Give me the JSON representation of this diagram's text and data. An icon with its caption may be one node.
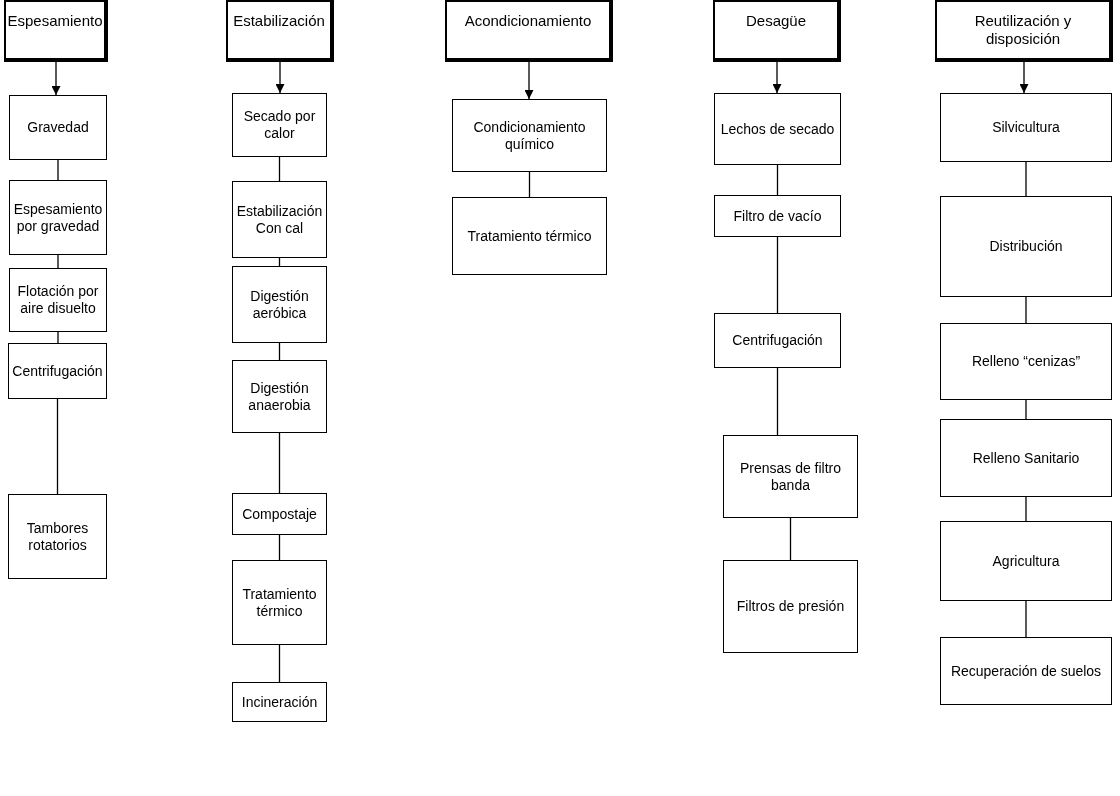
{
  "diagram": {
    "nodes": [
      {
        "text": [
          "Espesamiento"
        ]
      },
      {
        "text": [
          "Gravedad"
        ]
      },
      {
        "text": [
          "Espesamiento por gravedad"
        ]
      },
      {
        "text": [
          "Flotación por aire disuelto"
        ]
      },
      {
        "text": [
          "Centrifugación"
        ]
      },
      {
        "text": [
          "Tambores rotatorios"
        ]
      },
      {
        "text": [
          "Estabilización"
        ]
      },
      {
        "text": [
          "Secado por calor"
        ]
      },
      {
        "text": [
          "Estabilización Con cal"
        ]
      },
      {
        "text": [
          "Digestión aeróbica"
        ]
      },
      {
        "text": [
          "Digestión anaerobia"
        ]
      },
      {
        "text": [
          "Compostaje"
        ]
      },
      {
        "text": [
          "Tratamiento térmico"
        ]
      },
      {
        "text": [
          "Incineración"
        ]
      },
      {
        "text": [
          "Acondicionamiento"
        ]
      },
      {
        "text": [
          "Condicionamiento químico"
        ]
      },
      {
        "text": [
          "Tratamiento térmico"
        ]
      },
      {
        "text": [
          "Desagüe"
        ]
      },
      {
        "text": [
          "Lechos de secado"
        ]
      },
      {
        "text": [
          "Filtro de vacío"
        ]
      },
      {
        "text": [
          "Centrifugación"
        ]
      },
      {
        "text": [
          "Prensas de filtro banda"
        ]
      },
      {
        "text": [
          "Filtros de presión"
        ]
      },
      {
        "text": [
          "Reutilización y disposición"
        ]
      },
      {
        "text": [
          "Silvicultura"
        ]
      },
      {
        "text": [
          "Distribución"
        ]
      },
      {
        "text": [
          "Relleno “cenizas”"
        ]
      },
      {
        "text": [
          "Relleno Sanitario"
        ]
      },
      {
        "text": [
          "Agricultura"
        ]
      },
      {
        "text": [
          "Recuperación de suelos"
        ]
      }
    ],
    "edges": [
      {
        "from": 0,
        "to": 1,
        "arrow": "to"
      },
      {
        "from": 1,
        "to": 2,
        "arrow": "none"
      },
      {
        "from": 2,
        "to": 3,
        "arrow": "none"
      },
      {
        "from": 3,
        "to": 4,
        "arrow": "none"
      },
      {
        "from": 4,
        "to": 5,
        "arrow": "none"
      },
      {
        "from": 6,
        "to": 7,
        "arrow": "to"
      },
      {
        "from": 7,
        "to": 8,
        "arrow": "none"
      },
      {
        "from": 8,
        "to": 9,
        "arrow": "none"
      },
      {
        "from": 9,
        "to": 10,
        "arrow": "none"
      },
      {
        "from": 10,
        "to": 11,
        "arrow": "none"
      },
      {
        "from": 11,
        "to": 12,
        "arrow": "none"
      },
      {
        "from": 12,
        "to": 13,
        "arrow": "none"
      },
      {
        "from": 14,
        "to": 15,
        "arrow": "to"
      },
      {
        "from": 15,
        "to": 16,
        "arrow": "none"
      },
      {
        "from": 17,
        "to": 18,
        "arrow": "to"
      },
      {
        "from": 18,
        "to": 19,
        "arrow": "none"
      },
      {
        "from": 19,
        "to": 20,
        "arrow": "none"
      },
      {
        "from": 20,
        "to": 21,
        "arrow": "none"
      },
      {
        "from": 21,
        "to": 22,
        "arrow": "none"
      },
      {
        "from": 23,
        "to": 24,
        "arrow": "to"
      },
      {
        "from": 24,
        "to": 25,
        "arrow": "none"
      },
      {
        "from": 25,
        "to": 26,
        "arrow": "none"
      },
      {
        "from": 26,
        "to": 27,
        "arrow": "none"
      },
      {
        "from": 27,
        "to": 28,
        "arrow": "none"
      },
      {
        "from": 28,
        "to": 29,
        "arrow": "none"
      }
    ]
  }
}
